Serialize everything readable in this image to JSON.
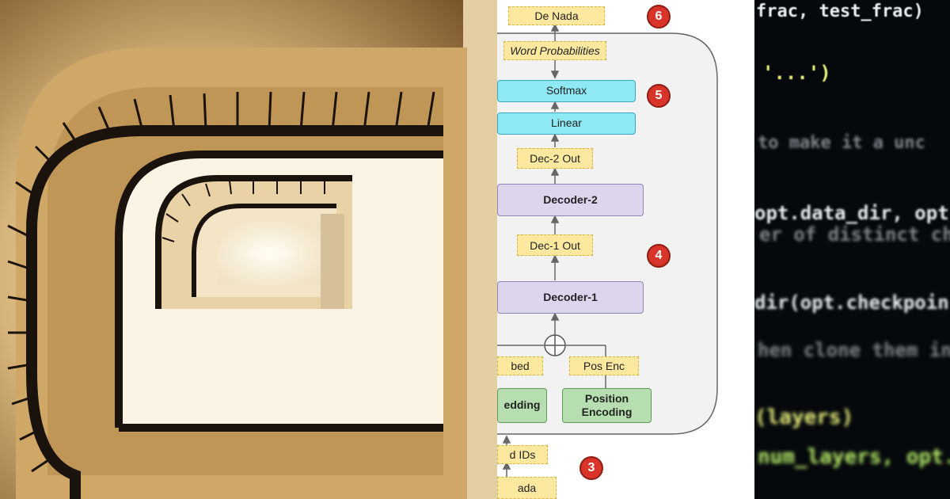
{
  "diagram": {
    "tags": {
      "output_word": "De Nada",
      "word_probabilities": "Word Probabilities",
      "dec2_out": "Dec-2 Out",
      "dec1_out": "Dec-1 Out",
      "embed": "bed",
      "pos_enc": "Pos Enc",
      "word_ids": "d IDs",
      "input_word": "ada"
    },
    "blocks": {
      "softmax": "Softmax",
      "linear": "Linear",
      "decoder2": "Decoder-2",
      "decoder1": "Decoder-1",
      "embedding": "edding",
      "position_encoding": "Position\nEncoding"
    },
    "badges": [
      "6",
      "5",
      "4",
      "3"
    ],
    "colors": {
      "tag_fill": "#fde8a0",
      "softmax_linear": "#8fe9f5",
      "decoder": "#ddd5ee",
      "encoding": "#b7deb0",
      "badge": "#d9342a"
    }
  },
  "code": {
    "lines": [
      "frac, test_frac)",
      "'...')",
      "to make it a unc",
      "opt.data_dir, opt",
      "er of distinct ch",
      "dir(opt.checkpoin",
      "hen clone them in",
      "(layers)",
      "num_layers, opt."
    ],
    "colors": {
      "white": "#e9eef2",
      "yellow": "#e6ef7a",
      "gray": "#7f858a",
      "green": "#b7ef6a"
    }
  }
}
